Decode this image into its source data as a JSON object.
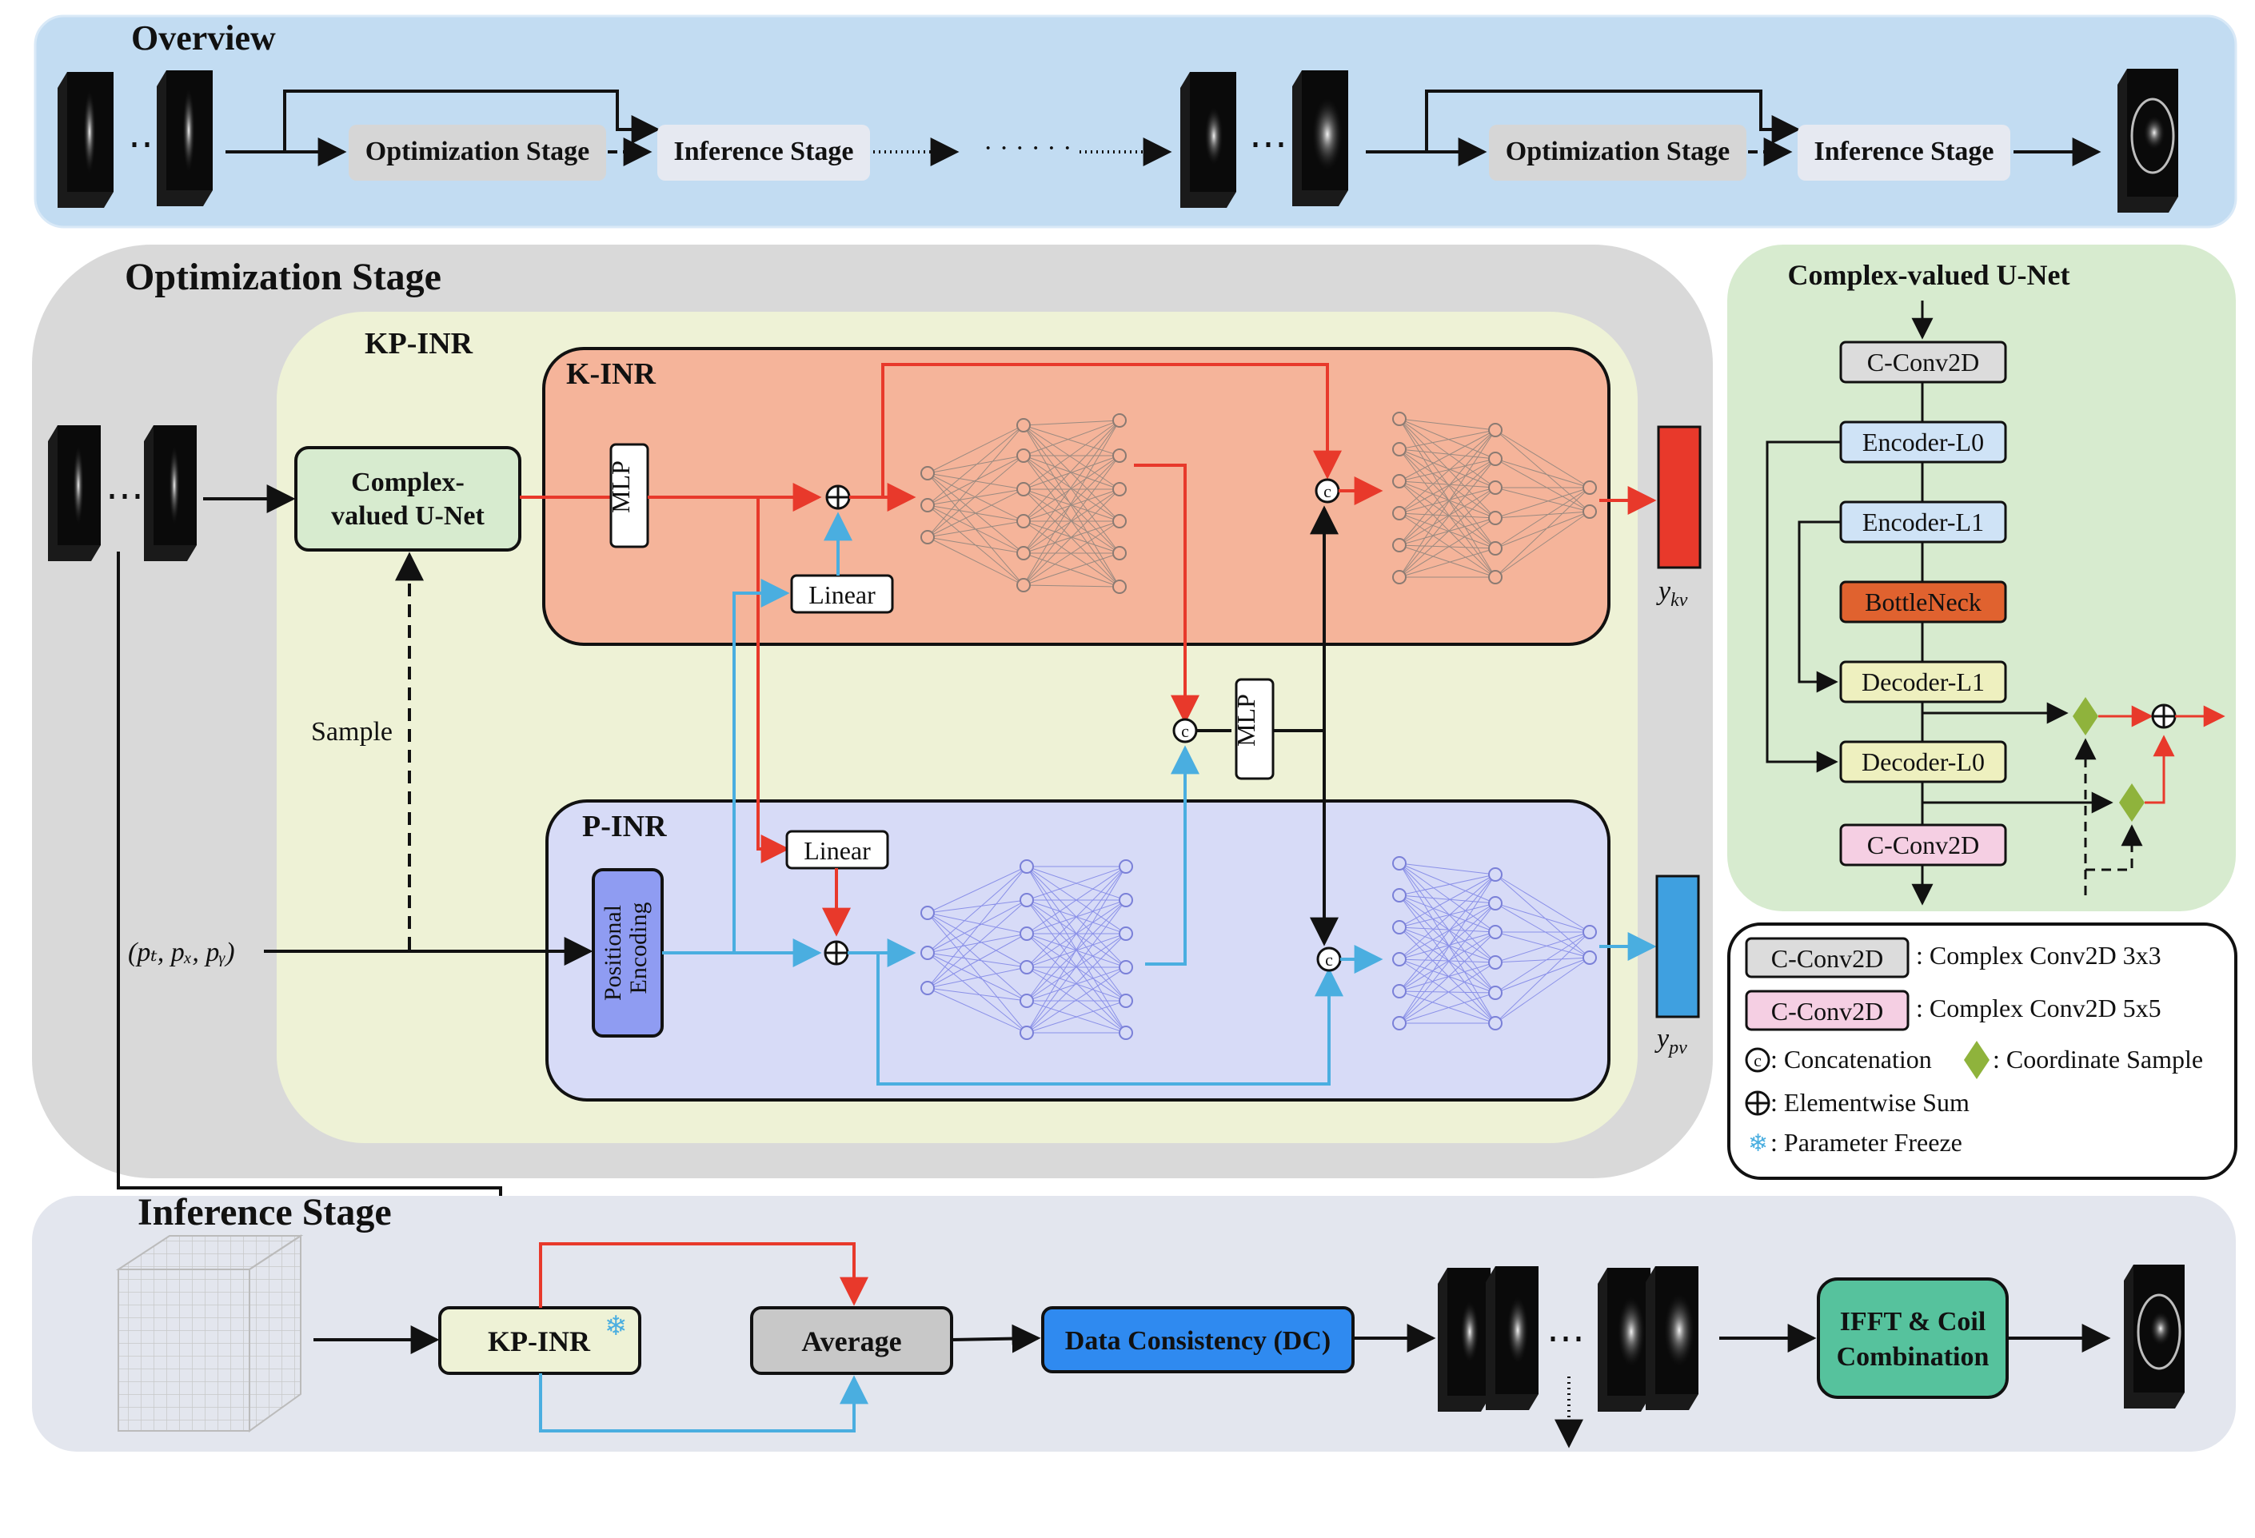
{
  "overview": {
    "title": "Overview",
    "opt_stage_label": "Optimization Stage",
    "inf_stage_label": "Inference Stage",
    "ellipsis": "⋯",
    "dots": "· · · · · ·"
  },
  "optimization": {
    "title": "Optimization Stage",
    "kpinr_title": "KP-INR",
    "unet_label_1": "Complex-",
    "unet_label_2": "valued U-Net",
    "sample_label": "Sample",
    "coord_label": "(pₜ, pₓ, pᵧ)",
    "ellipsis": "⋯",
    "kinr": {
      "title": "K-INR",
      "mlp_label": "MLP",
      "linear_label": "Linear",
      "output_label": "y",
      "output_sub": "kv"
    },
    "pinr": {
      "title": "P-INR",
      "posenc_1": "Positional",
      "posenc_2": "Encoding",
      "linear_label": "Linear",
      "output_label": "y",
      "output_sub": "pv"
    },
    "mid_mlp_label": "MLP"
  },
  "unet_panel": {
    "title": "Complex-valued U-Net",
    "blocks": [
      "C-Conv2D",
      "Encoder-L0",
      "Encoder-L1",
      "BottleNeck",
      "Decoder-L1",
      "Decoder-L0",
      "C-Conv2D"
    ]
  },
  "legend": {
    "conv3": {
      "box": "C-Conv2D",
      "text": ": Complex Conv2D 3x3"
    },
    "conv5": {
      "box": "C-Conv2D",
      "text": ": Complex Conv2D 5x5"
    },
    "concat": ": Concatenation",
    "coord_sample": ": Coordinate Sample",
    "sum": ": Elementwise Sum",
    "freeze": ": Parameter Freeze"
  },
  "inference": {
    "title": "Inference Stage",
    "kpinr_label": "KP-INR",
    "average_label": "Average",
    "dc_label": "Data Consistency (DC)",
    "ifft_1": "IFFT & Coil",
    "ifft_2": "Combination",
    "ellipsis": "⋯"
  },
  "symbols": {
    "concat": "c",
    "sum": "⊕",
    "freeze": "❄"
  },
  "colors": {
    "red": "#e8392b",
    "blue": "#4aaee0",
    "overview_bg": "#c2dcf2",
    "opt_bg": "#d9d9d9",
    "kpinr_bg": "#eef2d6",
    "kinr_bg": "#f5b49a",
    "pinr_bg": "#d7dbf7",
    "unet_bg": "#d7ebcf",
    "inf_bg": "#e3e6ee",
    "dc_blue": "#2f8af0",
    "ifft_green": "#56c29d",
    "bottleneck": "#e0622f",
    "encoder": "#cfe3f6",
    "decoder": "#eef0bf",
    "conv_gray": "#dcdcdc",
    "conv_pink": "#f5cfe3",
    "coord_sample": "#8fb33c"
  }
}
